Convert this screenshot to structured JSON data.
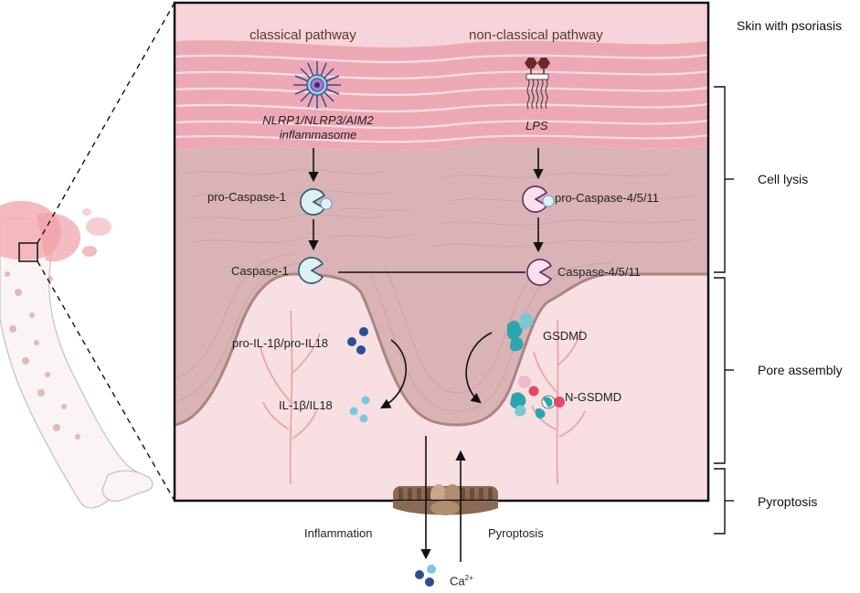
{
  "header": {
    "classical": "classical pathway",
    "nonclassical": "non-classical pathway",
    "skin": "Skin with psoriasis"
  },
  "labels": {
    "inflammasome_line1": "NLRP1/NLRP3/AIM2",
    "inflammasome_line2": "inflammasome",
    "lps": "LPS",
    "pro_caspase1": "pro-Caspase-1",
    "pro_caspase4511": "pro-Caspase-4/5/11",
    "caspase1": "Caspase-1",
    "caspase4511": "Caspase-4/5/11",
    "pro_il": "pro-IL-1β/pro-IL18",
    "il": "IL-1β/IL18",
    "gsdmd": "GSDMD",
    "ngsdmd": "N-GSDMD",
    "inflammation": "Inflammation",
    "pyroptosis_bottom": "Pyroptosis",
    "ca_base": "Ca",
    "ca_sup": "2+"
  },
  "stages": {
    "cell_lysis": "Cell lysis",
    "pore_assembly": "Pore assembly",
    "pyroptosis": "Pyroptosis"
  },
  "colors": {
    "dermis_bg": "#f7dfe2",
    "epidermis": "#d9b3b5",
    "stratum": "#eda8b6",
    "caspase1": "#ddf1f5",
    "caspase4511": "#f6e2ee",
    "gsdmd": "#2aa6ad",
    "ngsdmd": "#e34a6a",
    "il_dark": "#2a4e93",
    "il_light": "#7bc8dd"
  }
}
